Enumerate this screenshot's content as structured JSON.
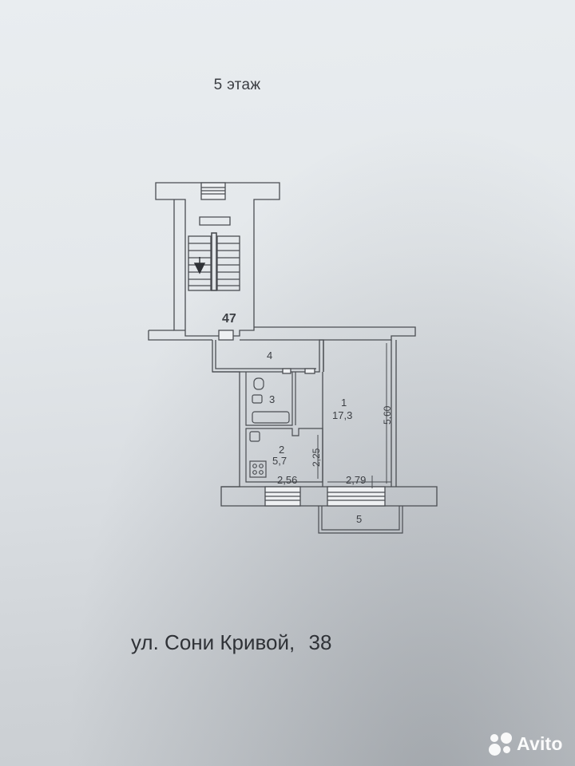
{
  "floor_label": "5 этаж",
  "stairwell_number": "47",
  "rooms": [
    {
      "number": "1",
      "area": "17,3"
    },
    {
      "number": "2",
      "area": "5,7"
    },
    {
      "number": "3",
      "area": ""
    },
    {
      "number": "4",
      "area": ""
    },
    {
      "number": "5",
      "area": ""
    }
  ],
  "dimensions": {
    "room1_depth": "5,60",
    "room1_width": "2,79",
    "kitchen_width": "2,56",
    "kitchen_depth": "2,25"
  },
  "address": {
    "street": "ул. Сони Кривой,",
    "house": "38"
  },
  "watermark": {
    "text": "Avito",
    "icon": "avito-logo-icon"
  }
}
